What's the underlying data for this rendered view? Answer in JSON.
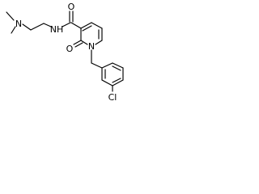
{
  "molecule": {
    "atoms": {
      "n_dimethyl": "N",
      "n_amide": "NH",
      "o_carbonyl": "O",
      "o_ring": "O",
      "n_ring": "N",
      "cl": "Cl"
    }
  },
  "colors": {
    "bond": "#000000",
    "label": "#000000",
    "background": "#ffffff"
  }
}
